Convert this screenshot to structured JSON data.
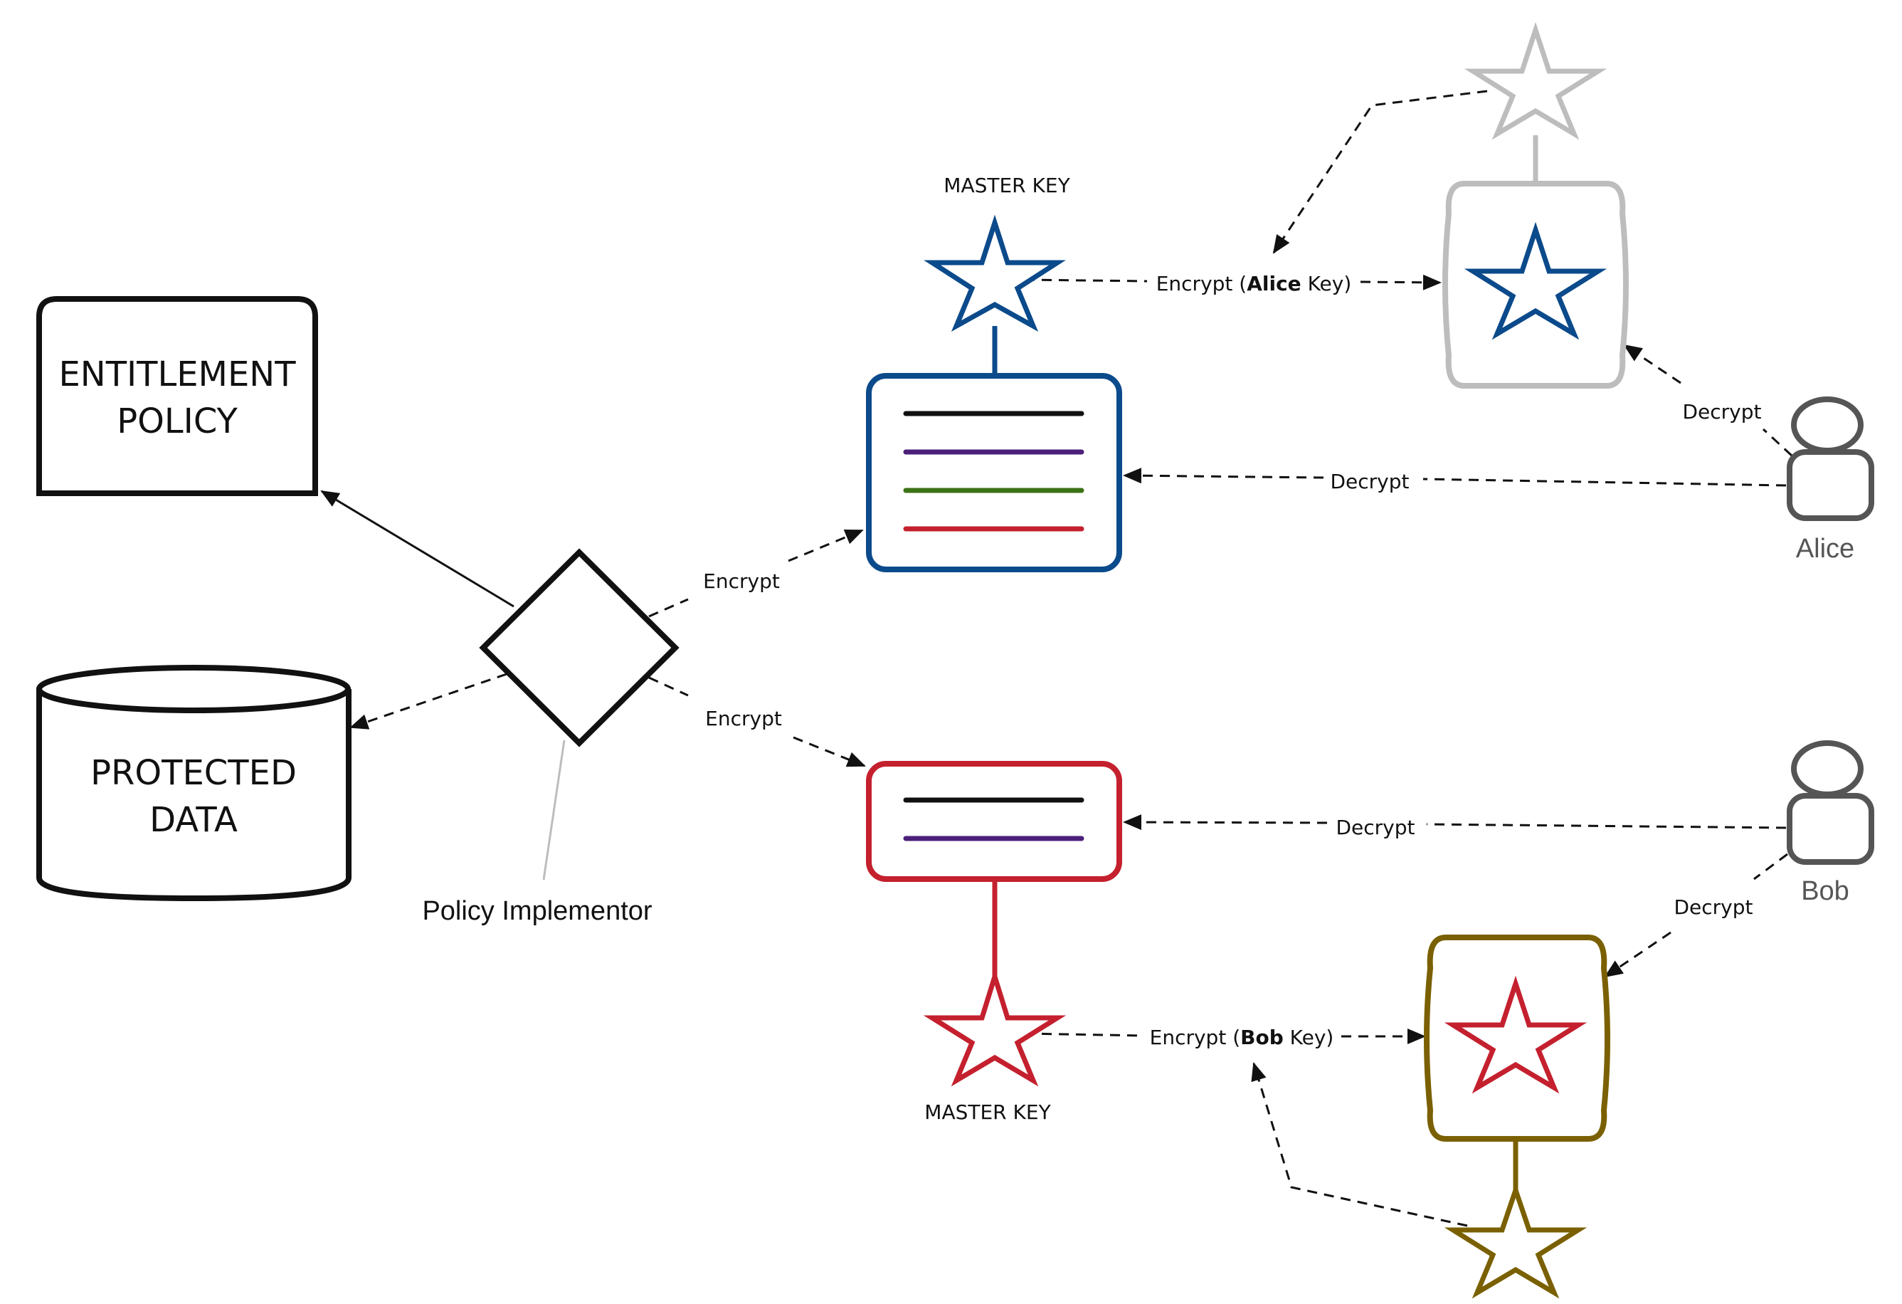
{
  "nodes": {
    "entitlement_policy": {
      "line1": "ENTITLEMENT",
      "line2": "POLICY"
    },
    "protected_data": {
      "line1": "PROTECTED",
      "line2": "DATA"
    },
    "policy_implementor": {
      "label": "Policy Implementor"
    },
    "master_key_top": {
      "label": "MASTER KEY"
    },
    "master_key_bottom": {
      "label": "MASTER KEY"
    },
    "alice": {
      "label": "Alice"
    },
    "bob": {
      "label": "Bob"
    }
  },
  "edges": {
    "encrypt_top": "Encrypt",
    "encrypt_bottom": "Encrypt",
    "encrypt_alice": {
      "prefix": "Encrypt (",
      "name": "Alice",
      "suffix": " Key)"
    },
    "encrypt_bob": {
      "prefix": "Encrypt (",
      "name": "Bob",
      "suffix": " Key)"
    },
    "alice_decrypt_doc": "Decrypt",
    "alice_decrypt_key": "Decrypt",
    "bob_decrypt_doc": "Decrypt",
    "bob_decrypt_key": "Decrypt"
  },
  "colors": {
    "black": "#111111",
    "blue": "#0b4a8b",
    "red": "#c4202e",
    "gray": "#bdbdbd",
    "olive": "#7a6000",
    "purple": "#4b1f7a",
    "green": "#3b7316",
    "person": "#555555"
  },
  "icons": [
    "star-icon",
    "person-icon",
    "cylinder-icon",
    "diamond-icon",
    "document-icon",
    "capsule-icon"
  ]
}
